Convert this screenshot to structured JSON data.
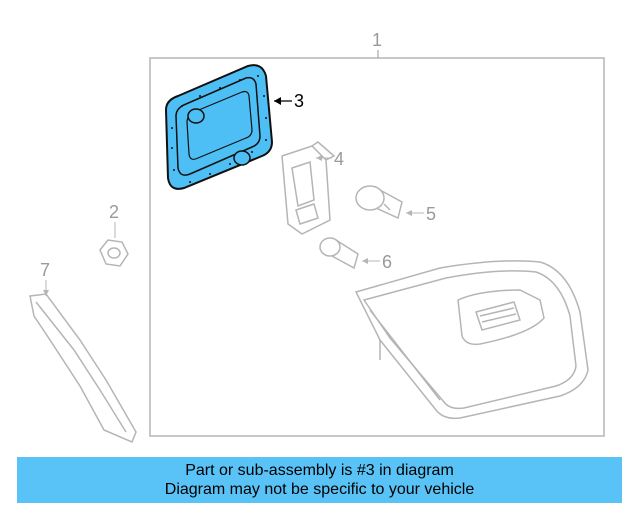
{
  "diagram": {
    "callouts": [
      {
        "number": "1"
      },
      {
        "number": "2"
      },
      {
        "number": "3",
        "highlighted": true
      },
      {
        "number": "4"
      },
      {
        "number": "5"
      },
      {
        "number": "6"
      },
      {
        "number": "7"
      }
    ],
    "colors": {
      "highlight_fill": "#4ebff5",
      "line_gray": "#b5b5b5",
      "banner_bg": "#59c3f7"
    }
  },
  "banner": {
    "line1": "Part or sub-assembly is #3 in diagram",
    "line2": "Diagram may not be specific to your vehicle"
  }
}
